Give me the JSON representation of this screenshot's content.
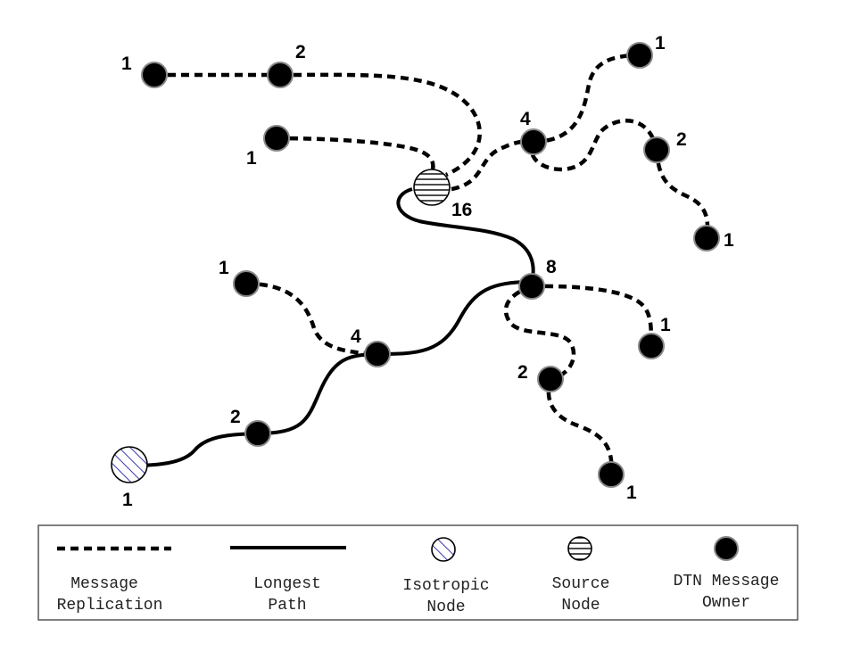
{
  "diagram": {
    "labels": {
      "n_tl1": "1",
      "n_tl2": "2",
      "n_ml1": "1",
      "n_src": "16",
      "n_c4": "4",
      "n_tr1": "1",
      "n_r2": "2",
      "n_rr1": "1",
      "n_l1": "1",
      "n_h8": "8",
      "n_r1": "1",
      "n_mid4": "4",
      "n_b2": "2",
      "n_bb1": "1",
      "n_s2": "2",
      "n_iso": "1"
    },
    "legend": {
      "replication_line1": "Message",
      "replication_line2": "Replication",
      "longest_line1": "Longest",
      "longest_line2": "Path",
      "isotropic_line1": "Isotropic",
      "isotropic_line2": "Node",
      "source_line1": "Source",
      "source_line2": "Node",
      "owner_line1": "DTN Message",
      "owner_line2": "Owner"
    }
  }
}
